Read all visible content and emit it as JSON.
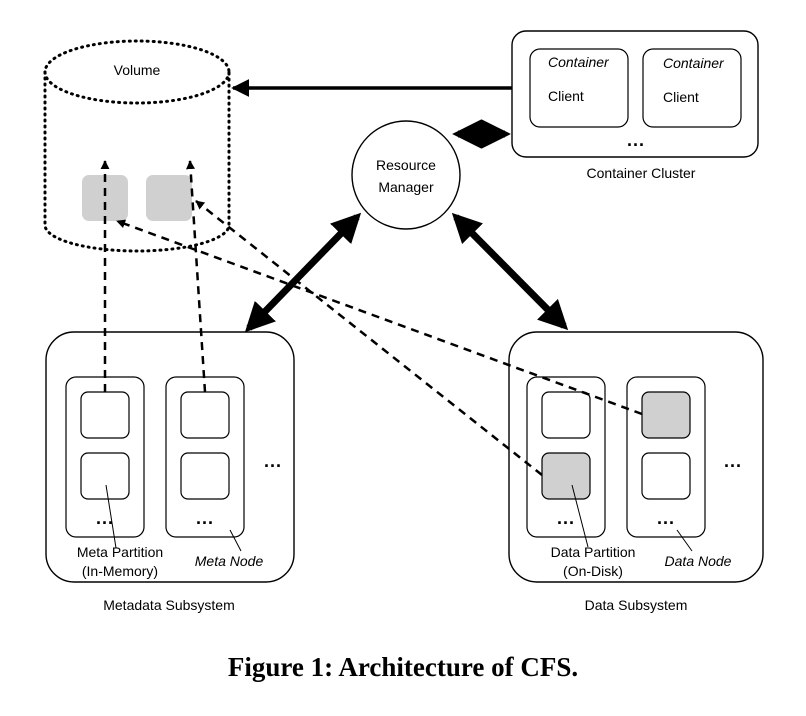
{
  "figure": {
    "caption": "Figure 1: Architecture of CFS."
  },
  "volume": {
    "label": "Volume"
  },
  "resource_manager": {
    "line1": "Resource",
    "line2": "Manager"
  },
  "container_cluster": {
    "label": "Container Cluster",
    "containers": [
      {
        "title": "Container",
        "client": "Client"
      },
      {
        "title": "Container",
        "client": "Client"
      }
    ],
    "more": "..."
  },
  "metadata_subsystem": {
    "label": "Metadata Subsystem",
    "partition_label_1": "Meta Partition",
    "partition_label_2": "(In-Memory)",
    "node_label": "Meta Node",
    "more": "...",
    "more_inner": "..."
  },
  "data_subsystem": {
    "label": "Data Subsystem",
    "partition_label_1": "Data Partition",
    "partition_label_2": "(On-Disk)",
    "node_label": "Data Node",
    "more": "...",
    "more_inner": "..."
  },
  "colors": {
    "stroke": "#000000",
    "partition_fill": "#d0d0d0",
    "background": "#ffffff"
  }
}
